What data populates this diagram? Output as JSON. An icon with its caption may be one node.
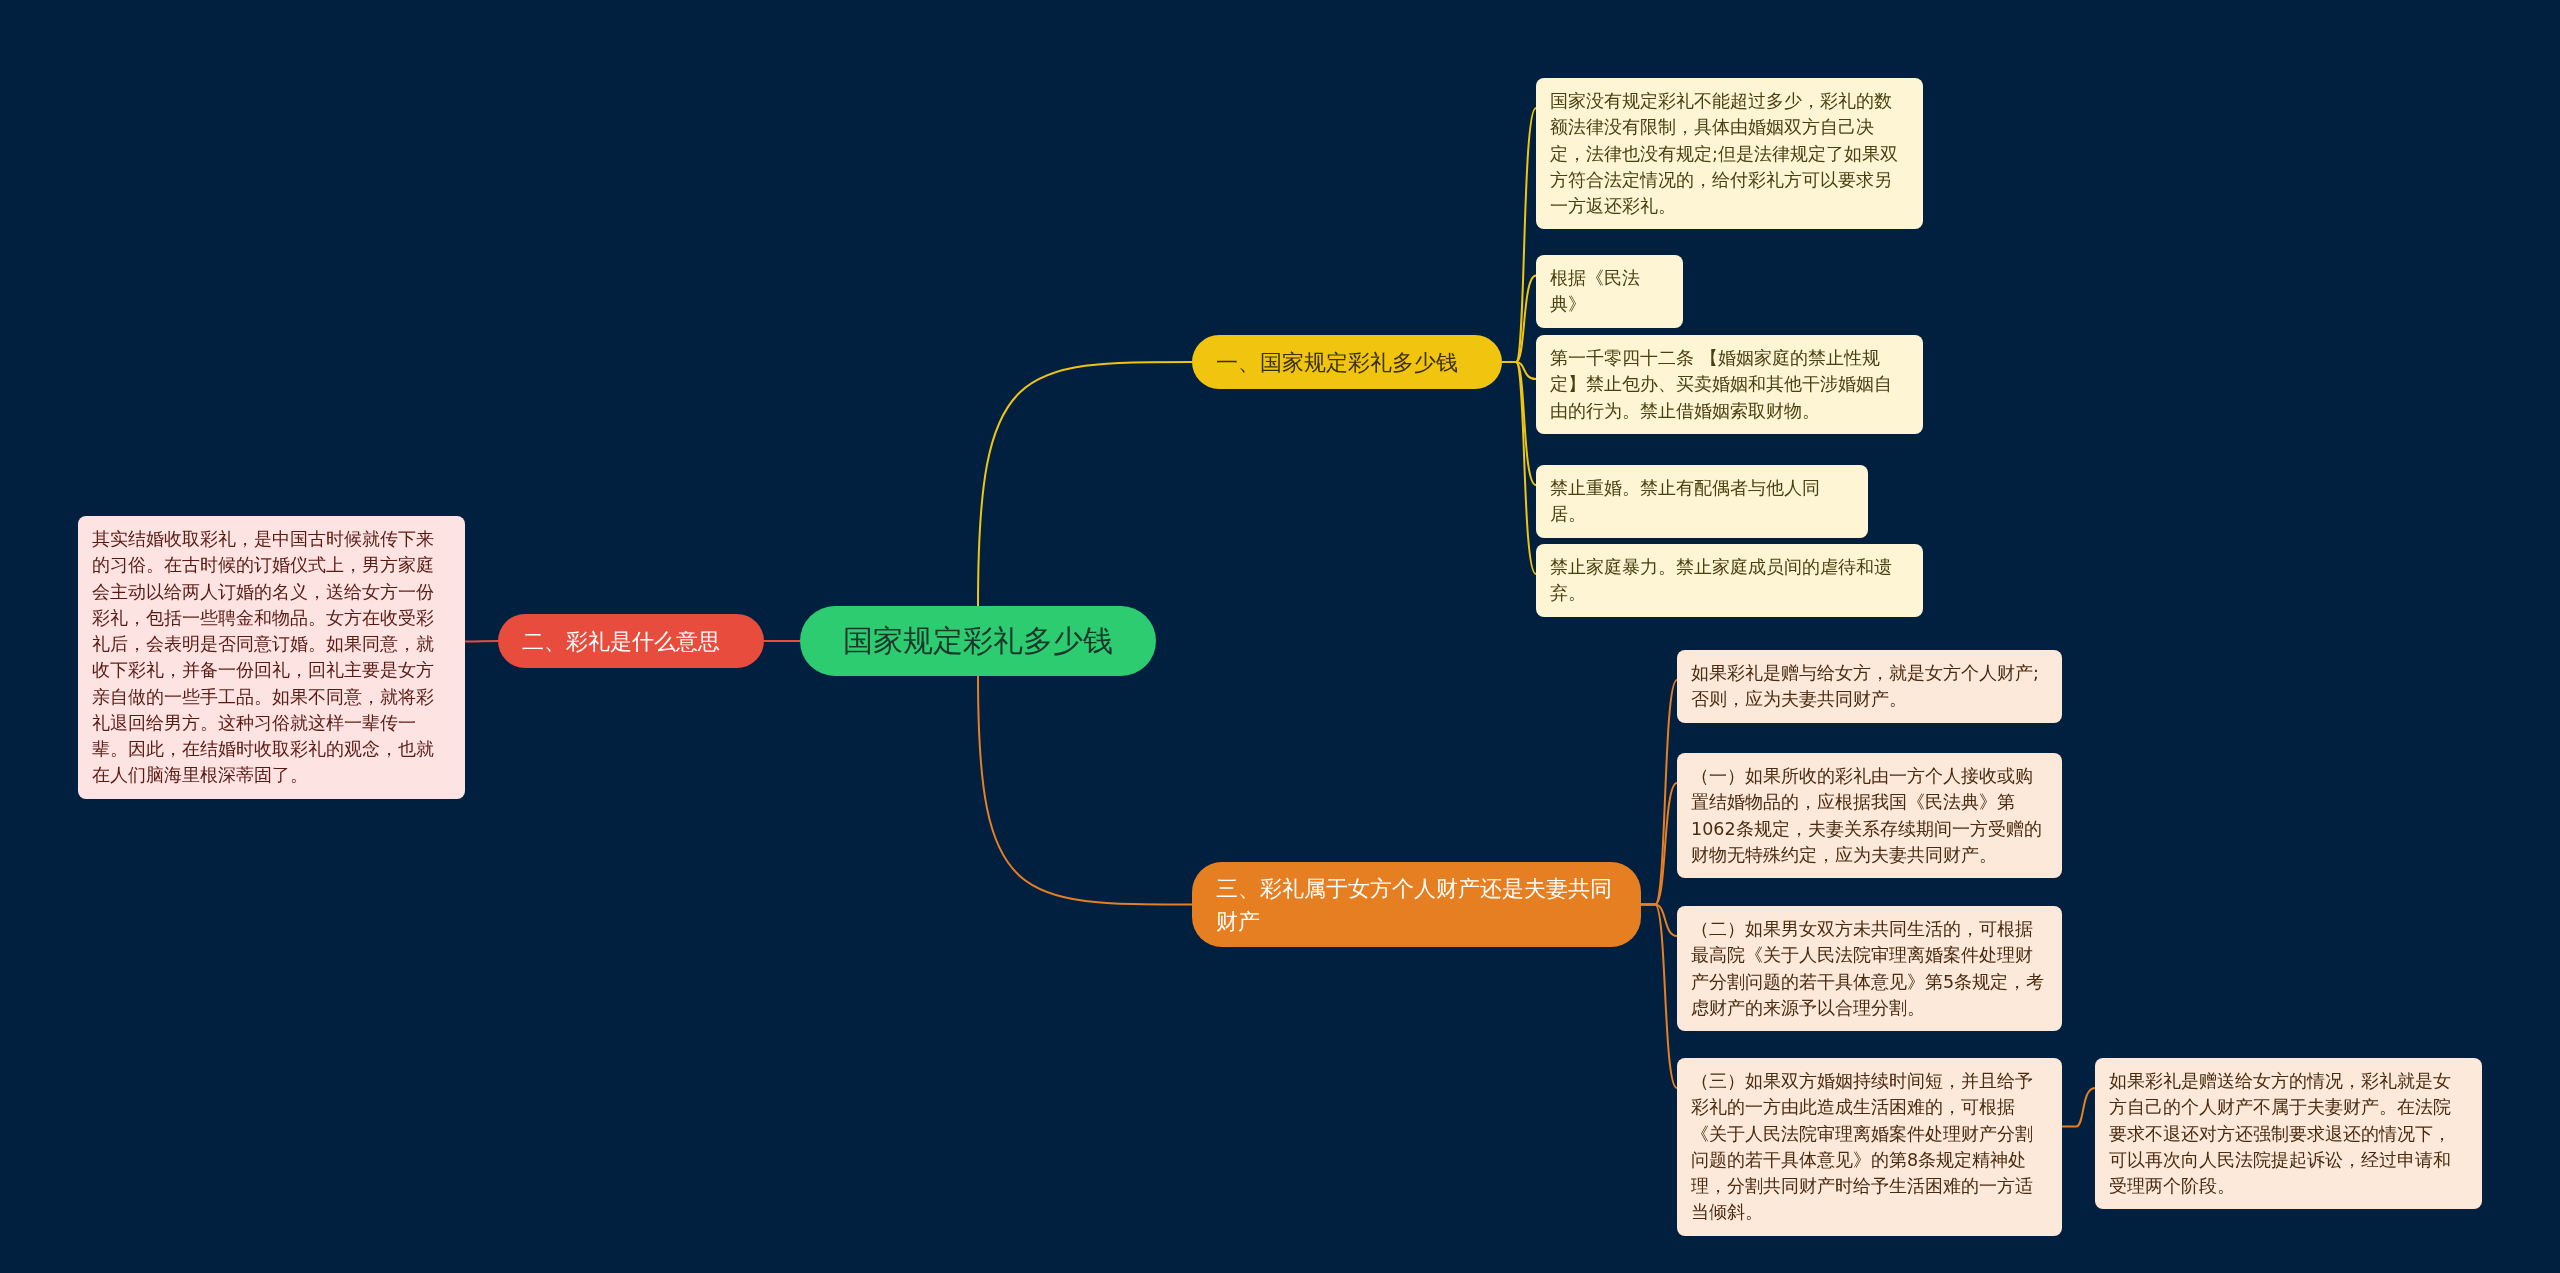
{
  "diagram": {
    "nodes": [
      {
        "text": [
          "国家规定彩礼多少钱"
        ]
      },
      {
        "text": [
          "一、国家规定彩礼多少钱"
        ]
      },
      {
        "text": [
          "国家没有规定彩礼不能超过多少，彩礼的数额法律没有限制，具体由婚姻双方自己决定，法律也没有规定;但是法律规定了如果双方符合法定情况的，给付彩礼方可以要求另一方返还彩礼。"
        ]
      },
      {
        "text": [
          "根据《民法典》"
        ]
      },
      {
        "text": [
          "第一千零四十二条 【婚姻家庭的禁止性规定】禁止包办、买卖婚姻和其他干涉婚姻自由的行为。禁止借婚姻索取财物。"
        ]
      },
      {
        "text": [
          "禁止重婚。禁止有配偶者与他人同居。"
        ]
      },
      {
        "text": [
          "禁止家庭暴力。禁止家庭成员间的虐待和遗弃。"
        ]
      },
      {
        "text": [
          "二、彩礼是什么意思"
        ]
      },
      {
        "text": [
          "其实结婚收取彩礼，是中国古时候就传下来的习俗。在古时候的订婚仪式上，男方家庭会主动以给两人订婚的名义，送给女方一份彩礼，包括一些聘金和物品。女方在收受彩礼后，会表明是否同意订婚。如果同意，就收下彩礼，并备一份回礼，回礼主要是女方亲自做的一些手工品。如果不同意，就将彩礼退回给男方。这种习俗就这样一辈传一辈。因此，在结婚时收取彩礼的观念，也就在人们脑海里根深蒂固了。"
        ]
      },
      {
        "text": [
          "三、彩礼属于女方个人财产还是夫妻共同财产"
        ]
      },
      {
        "text": [
          "如果彩礼是赠与给女方，就是女方个人财产;否则，应为夫妻共同财产。"
        ]
      },
      {
        "text": [
          "（一）如果所收的彩礼由一方个人接收或购置结婚物品的，应根据我国《民法典》第1062条规定，夫妻关系存续期间一方受赠的财物无特殊约定，应为夫妻共同财产。"
        ]
      },
      {
        "text": [
          "（二）如果男女双方未共同生活的，可根据最高院《关于人民法院审理离婚案件处理财产分割问题的若干具体意见》第5条规定，考虑财产的来源予以合理分割。"
        ]
      },
      {
        "text": [
          "（三）如果双方婚姻持续时间短，并且给予彩礼的一方由此造成生活困难的，可根据《关于人民法院审理离婚案件处理财产分割问题的若干具体意见》的第8条规定精神处理，分割共同财产时给予生活困难的一方适当倾斜。"
        ]
      },
      {
        "text": [
          "如果彩礼是赠送给女方的情况，彩礼就是女方自己的个人财产不属于夫妻财产。在法院要求不退还对方还强制要求退还的情况下，可以再次向人民法院提起诉讼，经过申请和受理两个阶段。"
        ]
      }
    ],
    "edges": [
      {
        "from": 0,
        "to": 1,
        "arrow": "none",
        "color": "#f1c40f"
      },
      {
        "from": 1,
        "to": 2,
        "arrow": "none",
        "color": "#f1c40f"
      },
      {
        "from": 1,
        "to": 3,
        "arrow": "none",
        "color": "#f1c40f"
      },
      {
        "from": 1,
        "to": 4,
        "arrow": "none",
        "color": "#f1c40f"
      },
      {
        "from": 1,
        "to": 5,
        "arrow": "none",
        "color": "#f1c40f"
      },
      {
        "from": 1,
        "to": 6,
        "arrow": "none",
        "color": "#f1c40f"
      },
      {
        "from": 0,
        "to": 7,
        "arrow": "none",
        "color": "#e74c3c"
      },
      {
        "from": 7,
        "to": 8,
        "arrow": "none",
        "color": "#e74c3c"
      },
      {
        "from": 0,
        "to": 9,
        "arrow": "none"
      },
      {
        "from": 9,
        "to": 10,
        "arrow": "none"
      },
      {
        "from": 9,
        "to": 11,
        "arrow": "none"
      },
      {
        "from": 9,
        "to": 12,
        "arrow": "none"
      },
      {
        "from": 9,
        "to": 13,
        "arrow": "none"
      },
      {
        "from": 13,
        "to": 14,
        "arrow": "none"
      }
    ]
  }
}
